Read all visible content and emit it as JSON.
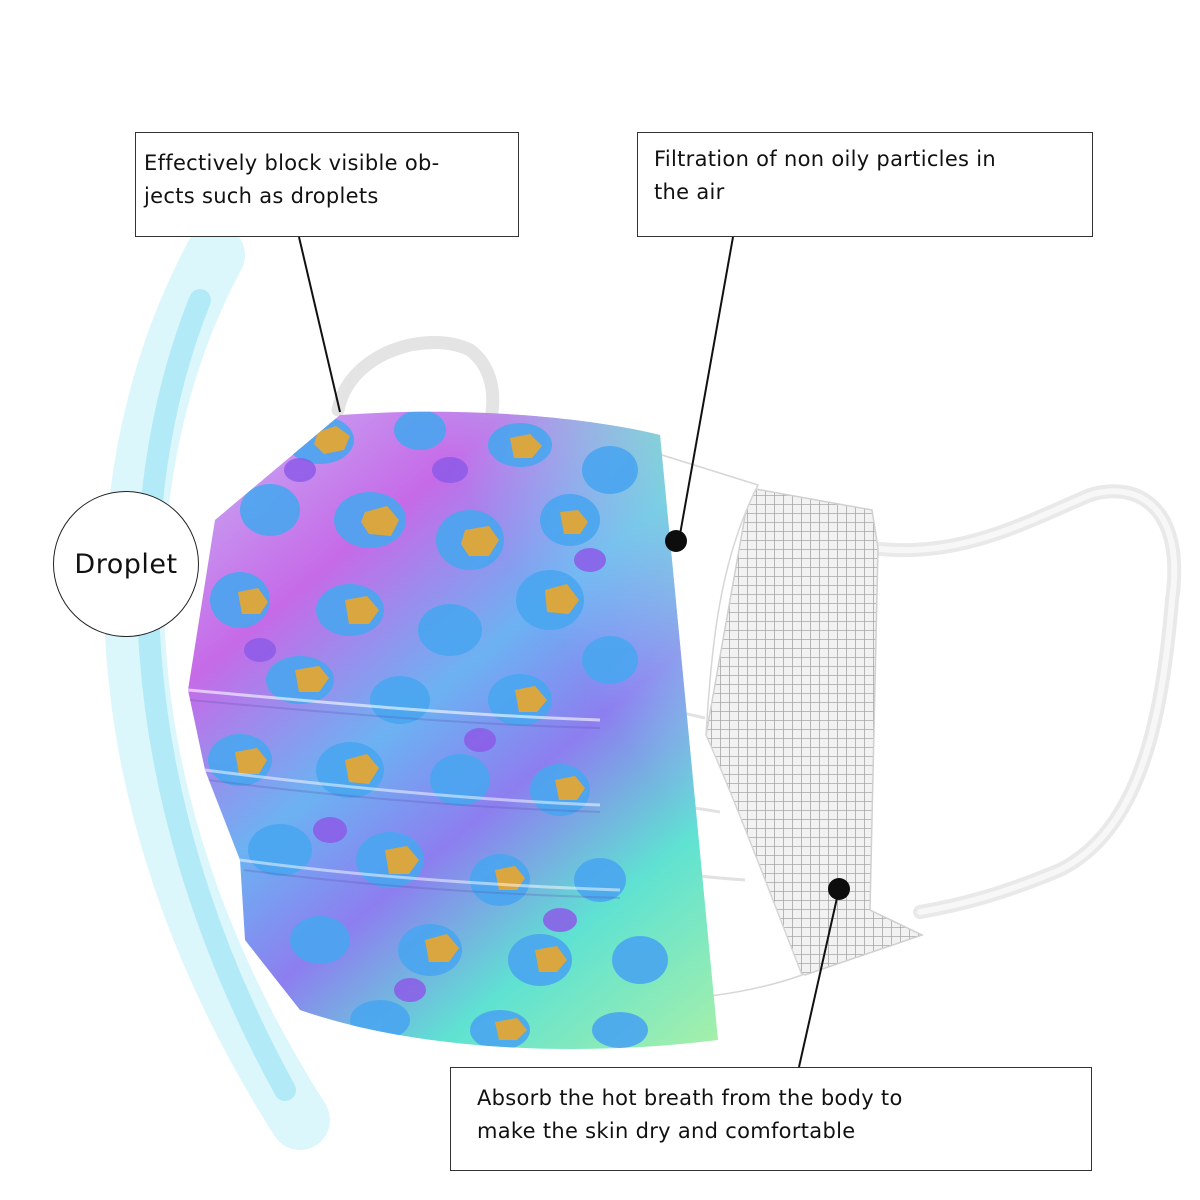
{
  "labels": {
    "block": {
      "line1": "Effectively block visible ob-",
      "line2": "jects such as droplets"
    },
    "filter": {
      "line1": "Filtration of non oily particles in",
      "line2": "the air"
    },
    "absorb": {
      "line1": "Absorb the hot breath from the body to",
      "line2": "make the skin dry and comfortable"
    },
    "droplet": "Droplet"
  },
  "colors": {
    "gold": "#d9a640",
    "blue": "#4aa6f0",
    "violet": "#8c5ae8",
    "mint": "#86e6c6",
    "pink": "#e07ce6",
    "splash": "#7fdff5"
  }
}
